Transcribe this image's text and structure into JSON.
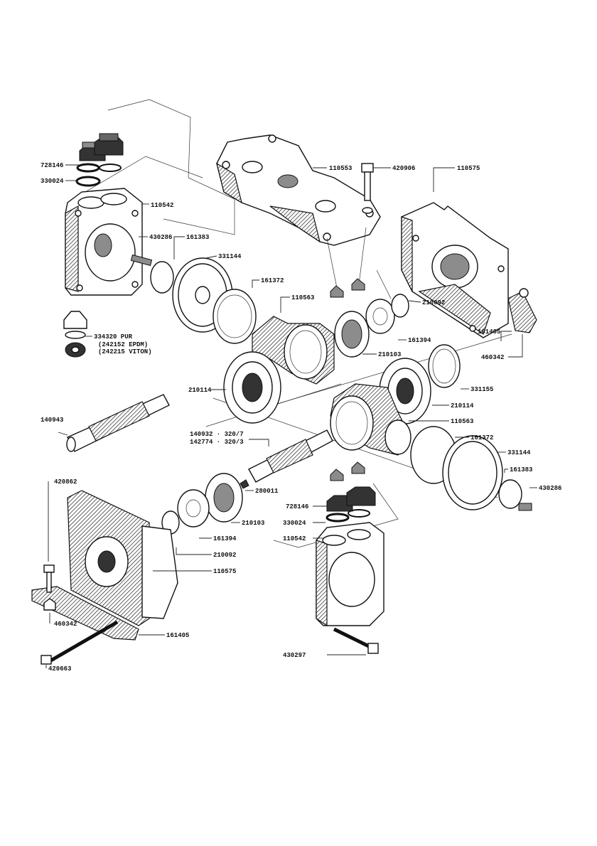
{
  "labels": {
    "l728146_a": "728146",
    "l330024_a": "330024",
    "l110542_a": "110542",
    "l110553": "110553",
    "l420906": "420906",
    "l110575_a": "110575",
    "l430286_a": "430286",
    "l161383_a": "161383",
    "l331144_a": "331144",
    "l161372_a": "161372",
    "l110563_a": "110563",
    "l210092_a": "210092",
    "l161394_a": "161394",
    "l161405_a": "161405",
    "l460342_a": "460342",
    "l210103_a": "210103",
    "l334320_1": "334320 PUR",
    "l334320_2": "(242152 EPDM)",
    "l334320_3": "(242215 VITON)",
    "l210114_a": "210114",
    "l331155": "331155",
    "l210114_b": "210114",
    "l140943": "140943",
    "l110563_b": "110563",
    "l161372_b": "161372",
    "l140932_1": "140932 · 320/7",
    "l140932_2": "142774 · 320/3",
    "l331144_b": "331144",
    "l161383_b": "161383",
    "l420862": "420862",
    "l280011": "280011",
    "l430286_b": "430286",
    "l728146_b": "728146",
    "l330024_b": "330024",
    "l210103_b": "210103",
    "l161394_b": "161394",
    "l110542_b": "110542",
    "l210092_b": "210092",
    "l110575_b": "110575",
    "l460342_b": "460342",
    "l161405_b": "161405",
    "l430297": "430297",
    "l420663": "420663"
  }
}
